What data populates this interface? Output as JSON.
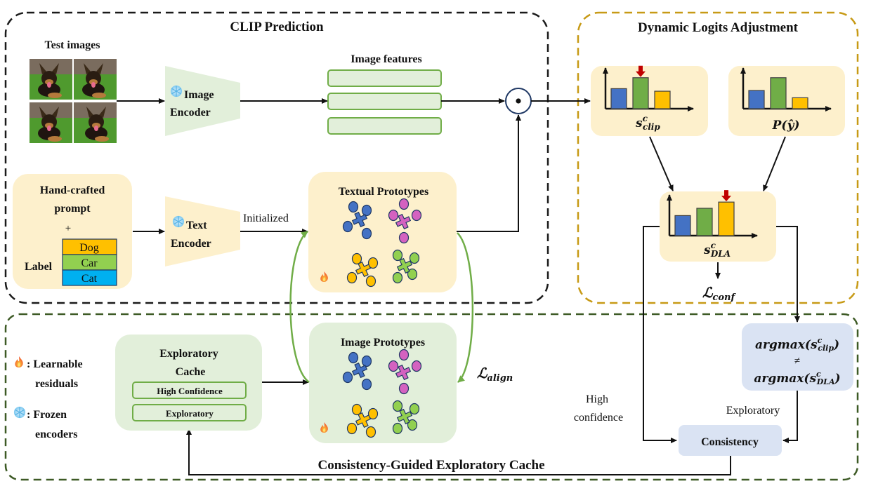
{
  "sections": {
    "clip": {
      "title": "CLIP Prediction",
      "border_color": "#1a1a1a"
    },
    "dla": {
      "title": "Dynamic Logits Adjustment",
      "border_color": "#c79a16"
    },
    "cache": {
      "title": "Consistency-Guided Exploratory Cache",
      "border_color": "#3d5a25"
    }
  },
  "test_images": {
    "label": "Test images",
    "count": 4
  },
  "image_encoder": {
    "line1": "Image",
    "line2": "Encoder",
    "icon": "snowflake-icon"
  },
  "image_features": {
    "label": "Image features",
    "rows": 3
  },
  "dot_product": {
    "symbol": "•"
  },
  "prompt": {
    "line1": "Hand-crafted",
    "line2": "prompt",
    "plus": "+",
    "label_text": "Label",
    "labels": [
      {
        "name": "Dog",
        "color": "#ffc000"
      },
      {
        "name": "Car",
        "color": "#92d050"
      },
      {
        "name": "Cat",
        "color": "#00b0f0"
      }
    ]
  },
  "text_encoder": {
    "line1": "Text",
    "line2": "Encoder",
    "icon": "snowflake-icon"
  },
  "initialized_label": "Initialized",
  "textual_prototypes": {
    "title": "Textual Prototypes",
    "icon": "fire-icon"
  },
  "image_prototypes": {
    "title": "Image Prototypes",
    "icon": "fire-icon"
  },
  "prototype_colors": [
    "#4472c4",
    "#d462c0",
    "#ffc000",
    "#92d050"
  ],
  "loss_align": {
    "symbol": "ℒ",
    "sub": "align"
  },
  "loss_conf": {
    "symbol": "ℒ",
    "sub": "conf"
  },
  "bar_colors": [
    "#4472c4",
    "#70ad47",
    "#ffc000"
  ],
  "s_clip": {
    "base": "s",
    "sup": "c",
    "sub": "clip",
    "values": [
      0.55,
      0.85,
      0.48
    ],
    "highlight": 1
  },
  "p_y": {
    "label": "P(ŷ)",
    "values": [
      0.5,
      0.85,
      0.3
    ]
  },
  "s_dla": {
    "base": "s",
    "sup": "c",
    "sub": "DLA",
    "values": [
      0.55,
      0.75,
      0.92
    ],
    "highlight": 2
  },
  "argmax_box": {
    "line1_prefix": "argmax(",
    "line1_sub": "clip",
    "neq": "≠",
    "line2_sub": "DLA",
    "suffix": ")",
    "sup": "c",
    "base": "s"
  },
  "exploratory_label": "Exploratory",
  "high_conf_label": {
    "line1": "High",
    "line2": "confidence"
  },
  "consistency": {
    "label": "Consistency"
  },
  "exploratory_cache": {
    "line1": "Exploratory",
    "line2": "Cache",
    "slots": [
      "High Confidence",
      "Exploratory"
    ]
  },
  "legend": {
    "learnable": {
      "icon": "fire-icon",
      "line1": ": Learnable",
      "line2": "residuals"
    },
    "frozen": {
      "icon": "snowflake-icon",
      "line1": ": Frozen",
      "line2": "encoders"
    }
  }
}
